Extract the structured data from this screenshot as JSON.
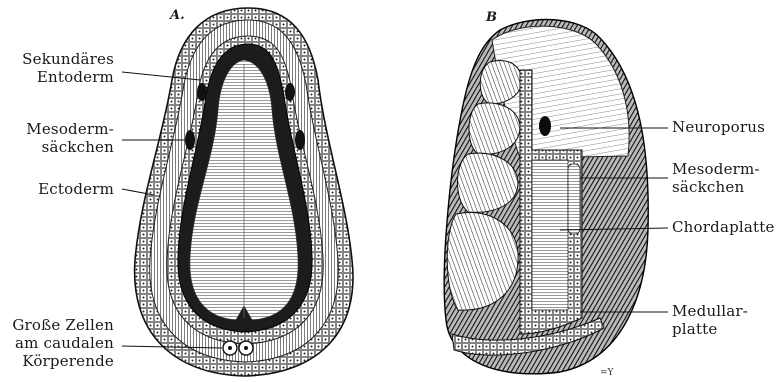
{
  "panels": {
    "a": {
      "letter": "A.",
      "labels": {
        "sekundaeres": [
          "Sekundäres",
          "Entoderm"
        ],
        "mesoderm": [
          "Mesoderm-",
          "säckchen"
        ],
        "ectoderm": "Ectoderm",
        "grosse_zellen": [
          "Große Zellen",
          "am caudalen",
          "Körperende"
        ]
      }
    },
    "b": {
      "letter": "B",
      "labels": {
        "neuroporus": "Neuroporus",
        "mesoderm": [
          "Mesoderm-",
          "säckchen"
        ],
        "chordaplatte": "Chordaplatte",
        "medullarplatte": [
          "Medullar-",
          "platte"
        ]
      }
    }
  },
  "corner_mark": "=Y",
  "colors": {
    "ink": "#1a1a1a",
    "paper": "#ffffff",
    "shade": "#3a3a3a"
  }
}
